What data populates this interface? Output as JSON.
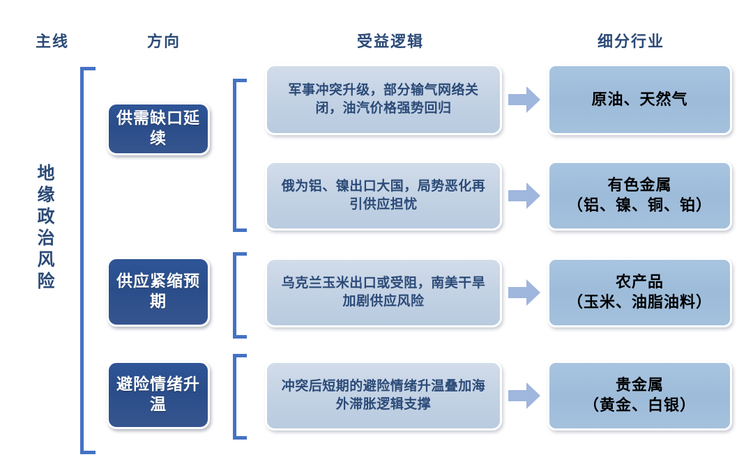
{
  "headers": {
    "mainline": "主线",
    "direction": "方向",
    "logic": "受益逻辑",
    "industry": "细分行业"
  },
  "mainline": {
    "label": "地缘政治风险"
  },
  "directions": [
    {
      "label": "供需缺口延续"
    },
    {
      "label": "供应紧缩预期"
    },
    {
      "label": "避险情绪升温"
    }
  ],
  "rows": [
    {
      "logic": "军事冲突升级，部分输气网络关闭，油汽价格强势回归",
      "arrow_icon": "right-arrow-icon",
      "industry": "原油、天然气"
    },
    {
      "logic": "俄为铝、镍出口大国，局势恶化再引供应担忧",
      "arrow_icon": "right-arrow-icon",
      "industry": "有色金属\n（铝、镍、铜、铂）"
    },
    {
      "logic": "乌克兰玉米出口或受阻，南美干旱加剧供应风险",
      "arrow_icon": "right-arrow-icon",
      "industry": "农产品\n（玉米、油脂油料）"
    },
    {
      "logic": "冲突后短期的避险情绪升温叠加海外滞胀逻辑支撑",
      "arrow_icon": "right-arrow-icon",
      "industry": "贵金属\n（黄金、白银）"
    }
  ],
  "colors": {
    "bracket": "#4472c4",
    "header_text": "#2b4a77",
    "direction_box": "#2f5597",
    "logic_box": "#c3d2e4",
    "industry_box": "#9dbcda",
    "arrow": "#9fb6dd",
    "background": "#ffffff"
  }
}
